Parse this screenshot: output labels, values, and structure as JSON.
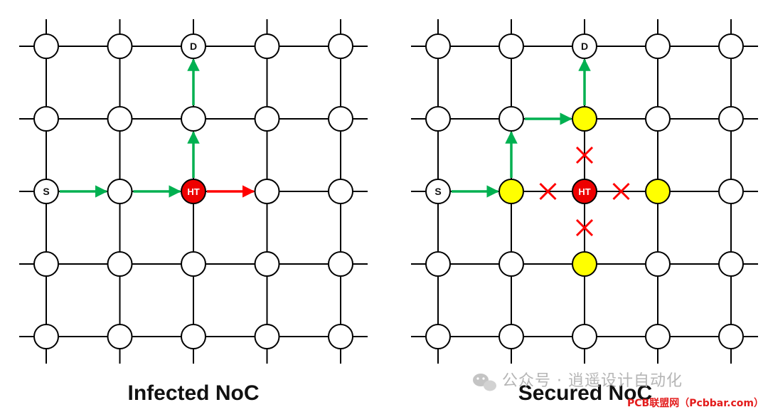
{
  "colors": {
    "grid_line": "#000000",
    "node_fill": "#ffffff",
    "trojan_fill": "#ee0000",
    "guard_fill": "#ffff00",
    "safe_path": "#00b050",
    "attack_path": "#ff0000",
    "block_mark": "#ff0000",
    "watermark_text": "#b5b5b5",
    "watermark_site": "#e31b1b"
  },
  "panels": [
    {
      "id": "infected",
      "caption": "Infected NoC",
      "labels": [
        {
          "row": 0,
          "col": 2,
          "text": "D"
        },
        {
          "row": 2,
          "col": 0,
          "text": "S"
        },
        {
          "row": 2,
          "col": 2,
          "text": "HT"
        }
      ],
      "trojan": [
        {
          "row": 2,
          "col": 2
        }
      ],
      "guards": [],
      "paths": [
        {
          "kind": "safe",
          "from": [
            2,
            0
          ],
          "to": [
            2,
            1
          ]
        },
        {
          "kind": "safe",
          "from": [
            2,
            1
          ],
          "to": [
            2,
            2
          ]
        },
        {
          "kind": "safe",
          "from": [
            2,
            2
          ],
          "to": [
            1,
            2
          ]
        },
        {
          "kind": "safe",
          "from": [
            1,
            2
          ],
          "to": [
            0,
            2
          ]
        },
        {
          "kind": "attack",
          "from": [
            2,
            2
          ],
          "to": [
            2,
            3
          ]
        }
      ],
      "blocks": []
    },
    {
      "id": "secured",
      "caption": "Secured NoC",
      "labels": [
        {
          "row": 0,
          "col": 2,
          "text": "D"
        },
        {
          "row": 2,
          "col": 0,
          "text": "S"
        },
        {
          "row": 2,
          "col": 2,
          "text": "HT"
        }
      ],
      "trojan": [
        {
          "row": 2,
          "col": 2
        }
      ],
      "guards": [
        {
          "row": 1,
          "col": 2
        },
        {
          "row": 2,
          "col": 1
        },
        {
          "row": 2,
          "col": 3
        },
        {
          "row": 3,
          "col": 2
        }
      ],
      "paths": [
        {
          "kind": "safe",
          "from": [
            2,
            0
          ],
          "to": [
            2,
            1
          ]
        },
        {
          "kind": "safe",
          "from": [
            2,
            1
          ],
          "to": [
            1,
            1
          ]
        },
        {
          "kind": "safe",
          "from": [
            1,
            1
          ],
          "to": [
            1,
            2
          ]
        },
        {
          "kind": "safe",
          "from": [
            1,
            2
          ],
          "to": [
            0,
            2
          ]
        }
      ],
      "blocks": [
        {
          "between": [
            [
              2,
              1
            ],
            [
              2,
              2
            ]
          ]
        },
        {
          "between": [
            [
              2,
              2
            ],
            [
              2,
              3
            ]
          ]
        },
        {
          "between": [
            [
              1,
              2
            ],
            [
              2,
              2
            ]
          ]
        },
        {
          "between": [
            [
              2,
              2
            ],
            [
              3,
              2
            ]
          ]
        }
      ]
    }
  ],
  "watermark": {
    "text": "公众号 · 逍遥设计自动化",
    "site": "PCB联盟网（Pcbbar.com）"
  }
}
